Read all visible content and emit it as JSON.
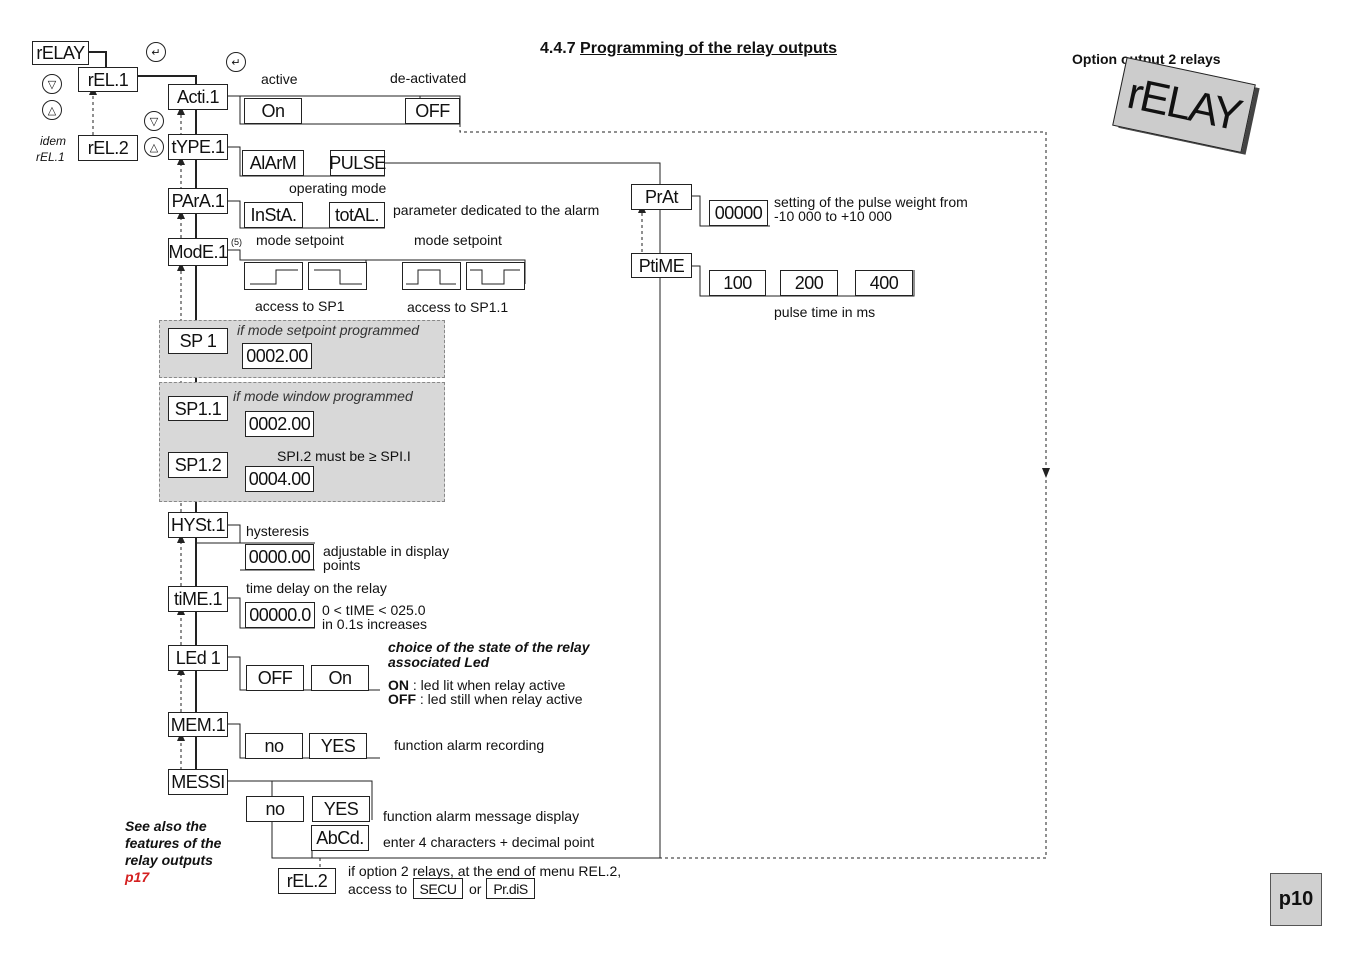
{
  "header": {
    "section": "4.4.7",
    "title": "Programming of the relay outputs",
    "option_label": "Option output 2 relays",
    "stamp": "rELAY"
  },
  "menus": {
    "relay": "rELAY",
    "rel1": "rEL.1",
    "rel2": "rEL.2",
    "idem1": "idem",
    "idem2": "rEL.1",
    "acti": "Acti.1",
    "type": "tYPE.1",
    "para": "PArA.1",
    "mode": "ModE.1",
    "sp1": "SP 1",
    "sp11": "SP1.1",
    "sp12": "SP1.2",
    "hyst": "HYSt.1",
    "time": "tiME.1",
    "led": "LEd 1",
    "mem": "MEM.1",
    "messi": "MESSI",
    "rel2_end": "rEL.2",
    "prat": "PrAt",
    "ptime": "PtiME"
  },
  "values": {
    "on": "On",
    "off": "OFF",
    "alarm": "AlArM",
    "pulse": "PULSE",
    "insta": "InStA.",
    "total": "totAL.",
    "sp1_val": "0002.00",
    "sp11_val": "0002.00",
    "sp12_val": "0004.00",
    "hyst_val": "0000.00",
    "time_val": "00000.0",
    "led_off": "OFF",
    "led_on": "On",
    "mem_no": "no",
    "mem_yes": "YES",
    "msg_no": "no",
    "msg_yes": "YES",
    "abcd": "AbCd.",
    "prat_val": "00000",
    "t100": "100",
    "t200": "200",
    "t400": "400",
    "secu": "SECU",
    "prdis": "Pr.diS"
  },
  "labels": {
    "active": "active",
    "deactivated": "de-activated",
    "op_mode": "operating mode",
    "param_alarm": "parameter dedicated to the alarm",
    "mode_sp": "mode setpoint",
    "mode_sp2": "mode setpoint",
    "access_sp1": "access to SP1",
    "access_sp11": "access to SP1.1",
    "note5": "(5)",
    "if_setpoint": "if mode setpoint programmed",
    "if_window": "if mode window programmed",
    "sp12_note": "SPI.2 must be ≥ SPI.I",
    "hysteresis": "hysteresis",
    "adj1": "adjustable in display",
    "adj2": "points",
    "time_delay": "time delay on the relay",
    "trange1": "0 < tIME < 025.0",
    "trange2": "in 0.1s increases",
    "led_choice1": "choice of the state of the relay",
    "led_choice2": "associated Led",
    "on_b": "ON",
    "on_t": " : led lit when relay active",
    "off_b": "OFF",
    "off_t": " : led still when relay active",
    "fn_record": "function alarm recording",
    "fn_msg": "function alarm message display",
    "enter4": "enter 4 characters + decimal point",
    "opt2_1": "if option 2 relays, at the end of menu REL.2,",
    "opt2_2": "access to",
    "or": "or",
    "pulse_w1": "setting of the pulse weight from",
    "pulse_w2": "-10 000 to +10 000",
    "pulse_time": "pulse time in ms",
    "see1": "See also the",
    "see2": "features of the",
    "see3": "relay outputs",
    "see4": "p17",
    "page": "p10"
  }
}
